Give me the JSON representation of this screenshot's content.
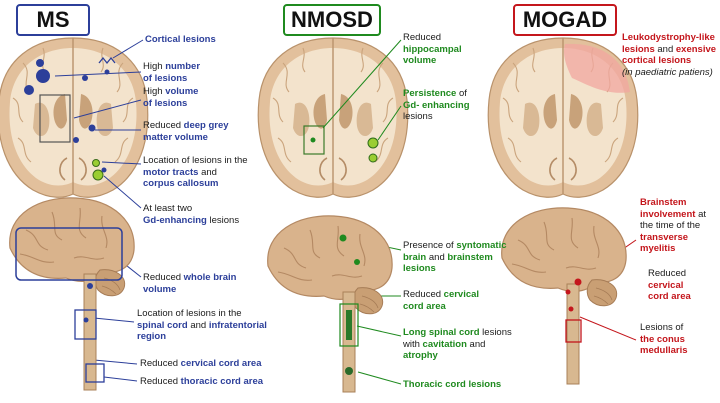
{
  "colors": {
    "ms": "#2c3f9a",
    "nmosd": "#1f8a1f",
    "mogad": "#c4161c",
    "brain_tissue": "#e8cdb0",
    "white_matter": "#f3e3cc",
    "spinal_cord": "#d8b890"
  },
  "columns": {
    "ms": {
      "title": "MS",
      "labels": [
        {
          "parts": [
            {
              "t": "Cortical lesions",
              "a": true
            }
          ]
        },
        {
          "parts": [
            {
              "t": "High "
            },
            {
              "t": "number",
              "a": true
            },
            {
              "br": true
            },
            {
              "t": "of lesions",
              "a": true
            }
          ]
        },
        {
          "parts": [
            {
              "t": "High "
            },
            {
              "t": "volume",
              "a": true
            },
            {
              "br": true
            },
            {
              "t": "of lesions",
              "a": true
            }
          ]
        },
        {
          "parts": [
            {
              "t": "Reduced "
            },
            {
              "t": "deep grey",
              "a": true
            },
            {
              "br": true
            },
            {
              "t": "matter volume",
              "a": true
            }
          ]
        },
        {
          "parts": [
            {
              "t": "Location of lesions in the"
            },
            {
              "br": true
            },
            {
              "t": "motor tracts",
              "a": true
            },
            {
              "t": " and"
            },
            {
              "br": true
            },
            {
              "t": "corpus callosum",
              "a": true
            }
          ]
        },
        {
          "parts": [
            {
              "t": "At least two"
            },
            {
              "br": true
            },
            {
              "t": "Gd-enhancing",
              "a": true
            },
            {
              "t": " lesions"
            }
          ]
        },
        {
          "parts": [
            {
              "t": "Reduced "
            },
            {
              "t": "whole brain",
              "a": true
            },
            {
              "br": true
            },
            {
              "t": "volume",
              "a": true
            }
          ]
        },
        {
          "parts": [
            {
              "t": "Location of lesions in the"
            },
            {
              "br": true
            },
            {
              "t": "spinal cord",
              "a": true
            },
            {
              "t": " and "
            },
            {
              "t": "infratentorial",
              "a": true
            },
            {
              "br": true
            },
            {
              "t": "region",
              "a": true
            }
          ]
        },
        {
          "parts": [
            {
              "t": "Reduced "
            },
            {
              "t": "cervical cord area",
              "a": true
            }
          ]
        },
        {
          "parts": [
            {
              "t": "Reduced "
            },
            {
              "t": "thoracic cord area",
              "a": true
            }
          ]
        }
      ]
    },
    "nmosd": {
      "title": "NMOSD",
      "labels": [
        {
          "parts": [
            {
              "t": "Reduced"
            },
            {
              "br": true
            },
            {
              "t": "hippocampal",
              "a": true
            },
            {
              "br": true
            },
            {
              "t": "volume",
              "a": true
            }
          ]
        },
        {
          "parts": [
            {
              "t": "Persistence",
              "a": true
            },
            {
              "t": " of"
            },
            {
              "br": true
            },
            {
              "t": "Gd- enhancing",
              "a": true
            },
            {
              "br": true
            },
            {
              "t": "lesions"
            }
          ]
        },
        {
          "parts": [
            {
              "t": "Presence of "
            },
            {
              "t": "syntomatic",
              "a": true
            },
            {
              "br": true
            },
            {
              "t": "brain",
              "a": true
            },
            {
              "t": " and "
            },
            {
              "t": "brainstem",
              "a": true
            },
            {
              "br": true
            },
            {
              "t": "lesions",
              "a": true
            }
          ]
        },
        {
          "parts": [
            {
              "t": "Reduced "
            },
            {
              "t": "cervical",
              "a": true
            },
            {
              "br": true
            },
            {
              "t": "cord area",
              "a": true
            }
          ]
        },
        {
          "parts": [
            {
              "t": "Long spinal cord",
              "a": true
            },
            {
              "t": " lesions"
            },
            {
              "br": true
            },
            {
              "t": "with "
            },
            {
              "t": "cavitation",
              "a": true
            },
            {
              "t": " and"
            },
            {
              "br": true
            },
            {
              "t": "atrophy",
              "a": true
            }
          ]
        },
        {
          "parts": [
            {
              "t": "Thoracic cord lesions",
              "a": true
            }
          ]
        }
      ]
    },
    "mogad": {
      "title": "MOGAD",
      "labels": [
        {
          "parts": [
            {
              "t": "Leukodystrophy-like",
              "a": true
            },
            {
              "br": true
            },
            {
              "t": "lesions",
              "a": true
            },
            {
              "t": " and "
            },
            {
              "t": "exensive",
              "a": true
            },
            {
              "br": true
            },
            {
              "t": "cortical lesions",
              "a": true
            },
            {
              "br": true
            },
            {
              "t": "(in paediatric patiens)",
              "it": true
            }
          ]
        },
        {
          "parts": [
            {
              "t": "Brainstem",
              "a": true
            },
            {
              "br": true
            },
            {
              "t": "involvement",
              "a": true
            },
            {
              "t": " at"
            },
            {
              "br": true
            },
            {
              "t": "the time of the"
            },
            {
              "br": true
            },
            {
              "t": "transverse",
              "a": true
            },
            {
              "br": true
            },
            {
              "t": "myelitis",
              "a": true
            }
          ]
        },
        {
          "parts": [
            {
              "t": "Reduced"
            },
            {
              "br": true
            },
            {
              "t": "cervical",
              "a": true
            },
            {
              "br": true
            },
            {
              "t": "cord area",
              "a": true
            }
          ]
        },
        {
          "parts": [
            {
              "t": "Lesions of"
            },
            {
              "br": true
            },
            {
              "t": "the conus",
              "a": true
            },
            {
              "br": true
            },
            {
              "t": "medullaris",
              "a": true
            }
          ]
        }
      ]
    }
  }
}
